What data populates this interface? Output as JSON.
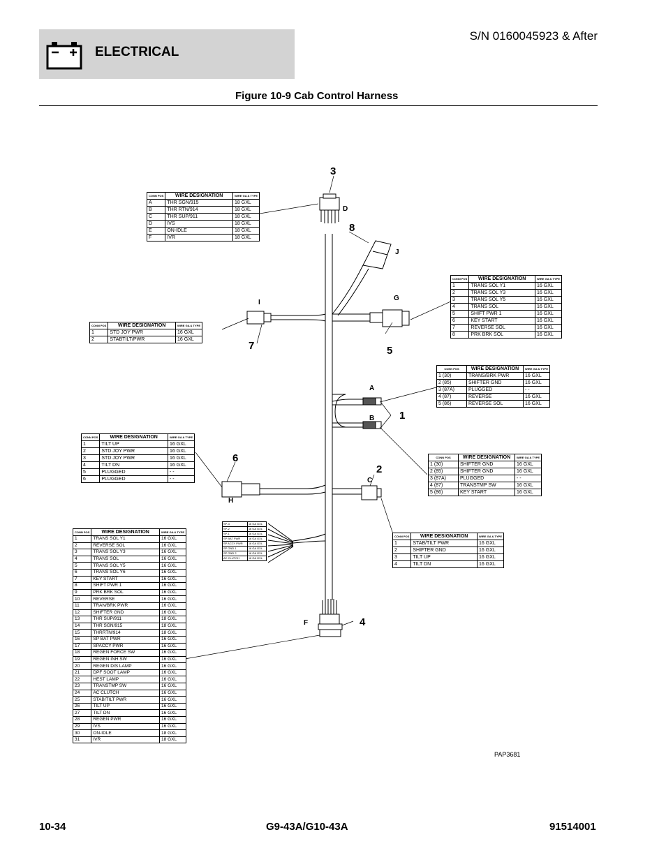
{
  "header": {
    "section_title": "ELECTRICAL",
    "serial": "S/N 0160045923 & After",
    "figure_title": "Figure 10-9 Cab Control Harness"
  },
  "footer": {
    "page": "10-34",
    "model": "G9-43A/G10-43A",
    "doc": "91514001"
  },
  "drawing_id": "PAP3681",
  "callouts": {
    "n1": "1",
    "n2": "2",
    "n3": "3",
    "n4": "4",
    "n5": "5",
    "n6": "6",
    "n7": "7",
    "n8": "8"
  },
  "connectors": {
    "a": "A",
    "b": "B",
    "c": "C",
    "d": "D",
    "f": "F",
    "g": "G",
    "h": "H",
    "i": "I",
    "j": "J"
  },
  "headers": {
    "conn_pos": "CONN POS",
    "wire_designation": "WIRE DESIGNATION",
    "wire_designation_split": "WIRE DESIGNATION",
    "wire_ga": "WIRE GA & TYPE"
  },
  "table_d": {
    "rows": [
      {
        "pos": "A",
        "wire": "THR SGN/915",
        "ga": "18 GXL"
      },
      {
        "pos": "B",
        "wire": "THR RTN/914",
        "ga": "18 GXL"
      },
      {
        "pos": "C",
        "wire": "THR SUP/911",
        "ga": "18 GXL"
      },
      {
        "pos": "D",
        "wire": "IVS",
        "ga": "18 GXL"
      },
      {
        "pos": "E",
        "wire": "ON-IDLE",
        "ga": "18 GXL"
      },
      {
        "pos": "F",
        "wire": "IVR",
        "ga": "18 GXL"
      }
    ]
  },
  "table_g": {
    "rows": [
      {
        "pos": "1",
        "wire": "TRANS SOL Y1",
        "ga": "16 GXL"
      },
      {
        "pos": "2",
        "wire": "TRANS SOL Y3",
        "ga": "16 GXL"
      },
      {
        "pos": "3",
        "wire": "TRANS SOL Y5",
        "ga": "16 GXL"
      },
      {
        "pos": "4",
        "wire": "TRANS SOL",
        "ga": "16 GXL"
      },
      {
        "pos": "5",
        "wire": "SHIFT PWR 1",
        "ga": "16 GXL"
      },
      {
        "pos": "6",
        "wire": "KEY START",
        "ga": "16 GXL"
      },
      {
        "pos": "7",
        "wire": "REVERSE SOL",
        "ga": "16 GXL"
      },
      {
        "pos": "8",
        "wire": "PRK BRK SOL",
        "ga": "16 GXL"
      }
    ]
  },
  "table_i": {
    "rows": [
      {
        "pos": "1",
        "wire": "STD JOY PWR",
        "ga": "16 GXL"
      },
      {
        "pos": "2",
        "wire": "STABTILT/PWR",
        "ga": "16 GXL"
      }
    ]
  },
  "table_a": {
    "rows": [
      {
        "pos": "1 (30)",
        "wire": "TRANS/BRK PWR",
        "ga": "16 GXL"
      },
      {
        "pos": "2 (85)",
        "wire": "SHIFTER GND",
        "ga": "16 GXL"
      },
      {
        "pos": "3 (87A)",
        "wire": "PLUGGED",
        "ga": "- -"
      },
      {
        "pos": "4 (87)",
        "wire": "REVERSE",
        "ga": "16 GXL"
      },
      {
        "pos": "5 (86)",
        "wire": "REVERSE SOL",
        "ga": "16 GXL"
      }
    ]
  },
  "table_h": {
    "rows": [
      {
        "pos": "1",
        "wire": "TILT UP",
        "ga": "16 GXL"
      },
      {
        "pos": "2",
        "wire": "STD JOY PWR",
        "ga": "16 GXL"
      },
      {
        "pos": "3",
        "wire": "STD JOY PWR",
        "ga": "16 GXL"
      },
      {
        "pos": "4",
        "wire": "TILT DN",
        "ga": "16 GXL"
      },
      {
        "pos": "5",
        "wire": "PLUGGED",
        "ga": "- -"
      },
      {
        "pos": "6",
        "wire": "PLUGGED",
        "ga": "- -"
      }
    ]
  },
  "table_b": {
    "rows": [
      {
        "pos": "1 (30)",
        "wire": "SHIFTER GND",
        "ga": "16 GXL"
      },
      {
        "pos": "2 (85)",
        "wire": "SHIFTER GND",
        "ga": "16 GXL"
      },
      {
        "pos": "3 (87A)",
        "wire": "PLUGGED",
        "ga": "- -"
      },
      {
        "pos": "4 (87)",
        "wire": "TRANSTMP SW",
        "ga": "16 GXL"
      },
      {
        "pos": "5 (86)",
        "wire": "KEY START",
        "ga": "16 GXL"
      }
    ]
  },
  "table_c": {
    "rows": [
      {
        "pos": "1",
        "wire": "STAB/TILT PWR",
        "ga": "16 GXL"
      },
      {
        "pos": "2",
        "wire": "SHIFTER GND",
        "ga": "16 GXL"
      },
      {
        "pos": "3",
        "wire": "TILT UP",
        "ga": "16 GXL"
      },
      {
        "pos": "4",
        "wire": "TILT DN",
        "ga": "16 GXL"
      }
    ]
  },
  "table_splice": {
    "rows": [
      {
        "wire": "SP-3",
        "ga": "16 GA GXL"
      },
      {
        "wire": "SP-2",
        "ga": "16 GA GXL"
      },
      {
        "wire": "SP-1",
        "ga": "16 GA GXL"
      },
      {
        "wire": "SP BAT PWR",
        "ga": "16 GA GXL"
      },
      {
        "wire": "SP ACCY PWR",
        "ga": "16 GA GXL"
      },
      {
        "wire": "SP GND 1",
        "ga": "16 GA GXL"
      },
      {
        "wire": "SP GND 2",
        "ga": "16 GA GXL"
      },
      {
        "wire": "AC CLUTCH",
        "ga": "16 GA GXL"
      }
    ]
  },
  "table_f": {
    "rows": [
      {
        "pos": "1",
        "wire": "TRANS SOL Y1",
        "ga": "16 GXL"
      },
      {
        "pos": "2",
        "wire": "REVERSE SOL",
        "ga": "16 GXL"
      },
      {
        "pos": "3",
        "wire": "TRANS SOL Y3",
        "ga": "16 GXL"
      },
      {
        "pos": "4",
        "wire": "TRANS SOL",
        "ga": "16 GXL"
      },
      {
        "pos": "5",
        "wire": "TRANS SOL Y5",
        "ga": "16 GXL"
      },
      {
        "pos": "6",
        "wire": "TRANS SOL Y6",
        "ga": "16 GXL"
      },
      {
        "pos": "7",
        "wire": "KEY START",
        "ga": "16 GXL"
      },
      {
        "pos": "8",
        "wire": "SHIFT PWR 1",
        "ga": "16 GXL"
      },
      {
        "pos": "9",
        "wire": "PRK BRK SOL",
        "ga": "16 GXL"
      },
      {
        "pos": "10",
        "wire": "REVERSE",
        "ga": "16 GXL"
      },
      {
        "pos": "11",
        "wire": "TRAN/BRK PWR",
        "ga": "16 GXL"
      },
      {
        "pos": "12",
        "wire": "SHIFTER GND",
        "ga": "16 GXL"
      },
      {
        "pos": "13",
        "wire": "THR SUP/911",
        "ga": "18 GXL"
      },
      {
        "pos": "14",
        "wire": "THR SGN/915",
        "ga": "18 GXL"
      },
      {
        "pos": "15",
        "wire": "THRRTN/914",
        "ga": "18 GXL"
      },
      {
        "pos": "16",
        "wire": "SP BAT PWR",
        "ga": "16 GXL"
      },
      {
        "pos": "17",
        "wire": "SPACCY PWR",
        "ga": "16 GXL"
      },
      {
        "pos": "18",
        "wire": "REGEN FORCE SW",
        "ga": "16 GXL"
      },
      {
        "pos": "19",
        "wire": "REGEN INH SW",
        "ga": "16 GXL"
      },
      {
        "pos": "20",
        "wire": "REGEN DIS LAMP",
        "ga": "16 GXL"
      },
      {
        "pos": "21",
        "wire": "DPF SOOT LAMP",
        "ga": "16 GXL"
      },
      {
        "pos": "22",
        "wire": "HEST LAMP",
        "ga": "16 GXL"
      },
      {
        "pos": "23",
        "wire": "TRANSTMP SW",
        "ga": "16 GXL"
      },
      {
        "pos": "24",
        "wire": "AC CLUTCH",
        "ga": "16 GXL"
      },
      {
        "pos": "25",
        "wire": "STAB/TILT PWR",
        "ga": "16 GXL"
      },
      {
        "pos": "26",
        "wire": "TILT UP",
        "ga": "16 GXL"
      },
      {
        "pos": "27",
        "wire": "TILT DN",
        "ga": "16 GXL"
      },
      {
        "pos": "28",
        "wire": "REGEN PWR",
        "ga": "16 GXL"
      },
      {
        "pos": "29",
        "wire": "IVS",
        "ga": "16 GXL"
      },
      {
        "pos": "30",
        "wire": "ON-IDLE",
        "ga": "18 GXL"
      },
      {
        "pos": "31",
        "wire": "IVR",
        "ga": "18 GXL"
      }
    ]
  }
}
